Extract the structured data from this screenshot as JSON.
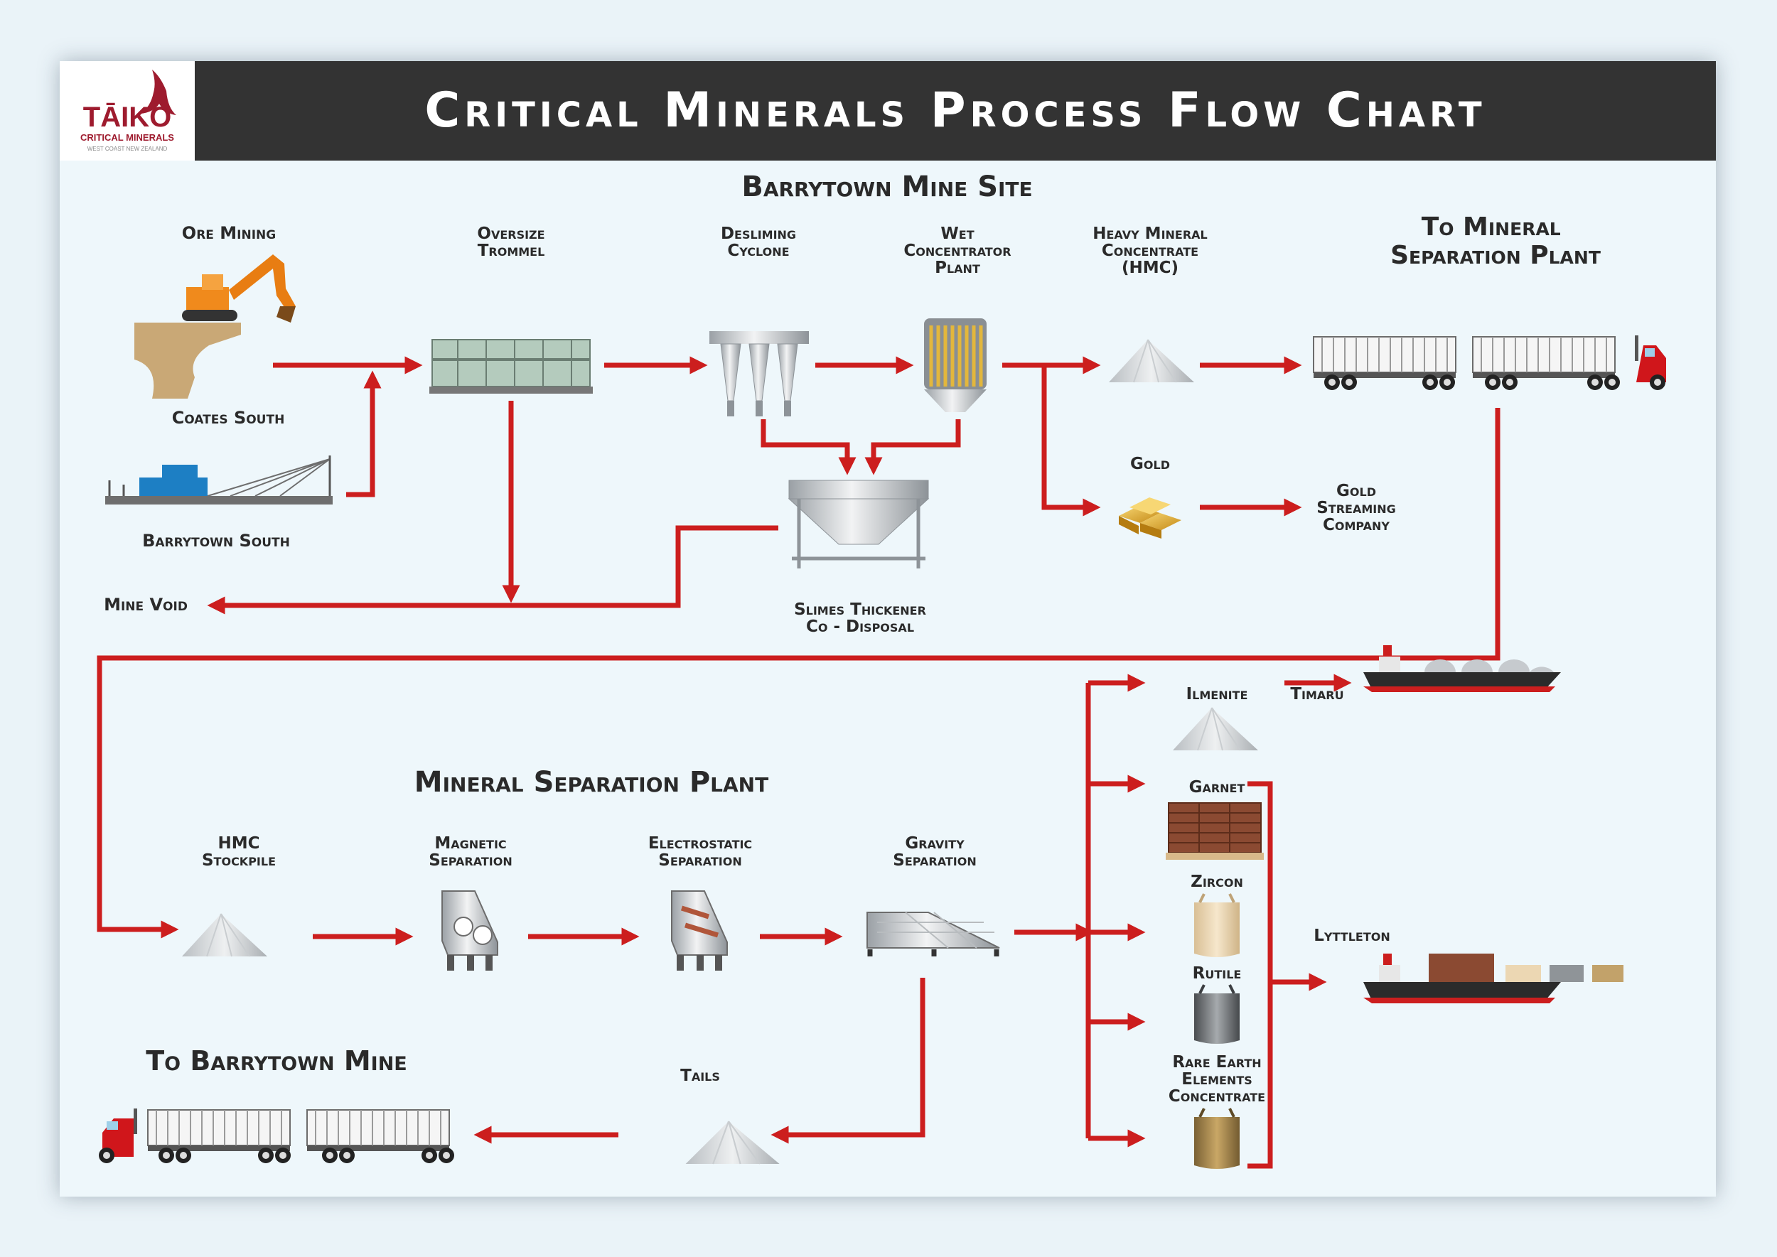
{
  "header": {
    "title": "Critical Minerals Process Flow Chart",
    "logo_word": "TĀIKO",
    "logo_sub": "CRITICAL MINERALS",
    "logo_tag": "WEST COAST NEW ZEALAND"
  },
  "sections": {
    "mine_site": "Barrytown Mine Site",
    "separation_plant": "Mineral Separation Plant",
    "to_mineral_separation_plant": [
      "To Mineral",
      "Separation Plant"
    ],
    "to_barrytown_mine": "To Barrytown Mine"
  },
  "labels": {
    "ore_mining": "Ore Mining",
    "coates_south": "Coates South",
    "barrytown_south": "Barrytown South",
    "oversize_trommel": [
      "Oversize",
      "Trommel"
    ],
    "desliming_cyclone": [
      "Desliming",
      "Cyclone"
    ],
    "wet_concentrator": [
      "Wet",
      "Concentrator",
      "Plant"
    ],
    "hmc": [
      "Heavy Mineral",
      "Concentrate",
      "(HMC)"
    ],
    "gold": "Gold",
    "gold_streaming": [
      "Gold",
      "Streaming",
      "Company"
    ],
    "mine_void": "Mine Void",
    "slimes_thickener": [
      "Slimes Thickener",
      "Co - Disposal"
    ],
    "hmc_stockpile": [
      "HMC",
      "Stockpile"
    ],
    "magnetic_separation": [
      "Magnetic",
      "Separation"
    ],
    "electrostatic_separation": [
      "Electrostatic",
      "Separation"
    ],
    "gravity_separation": [
      "Gravity",
      "Separation"
    ],
    "tails": "Tails",
    "ilmenite": "Ilmenite",
    "timaru": "Timaru",
    "garnet": "Garnet",
    "zircon": "Zircon",
    "rutile": "Rutile",
    "rare_earth": [
      "Rare Earth",
      "Elements",
      "Concentrate"
    ],
    "lyttleton": "Lyttleton"
  },
  "colors": {
    "arrow": "#cc1e1e",
    "header_bar": "#333333",
    "logo_red": "#9e1b2e",
    "background": "#eef7fb"
  }
}
